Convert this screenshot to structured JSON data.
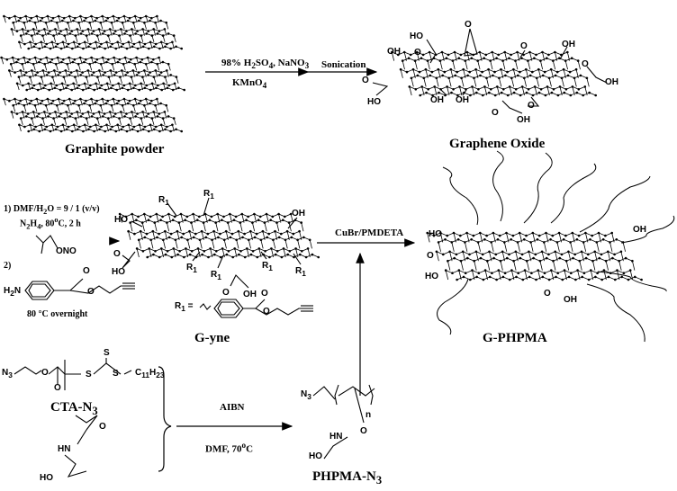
{
  "labels": {
    "graphite": "Graphite powder",
    "graphene_oxide": "Graphene Oxide",
    "g_yne": "G-yne",
    "g_phpma": "G-PHPMA",
    "cta_main": "CTA-N",
    "cta_sub": "3",
    "phpma_main": "PHPMA-N",
    "phpma_sub": "3"
  },
  "step1": {
    "line1_a": "98% H",
    "line1_s1": "2",
    "line1_b": "SO",
    "line1_s2": "4",
    "line1_c": ", NaNO",
    "line1_s3": "3",
    "line2_a": "KMnO",
    "line2_s1": "4"
  },
  "step2": {
    "label": "Sonication"
  },
  "step3": {
    "l1": "1) DMF/H",
    "l1_s": "2",
    "l1_b": "O = 9 / 1 (v/v)",
    "l2_a": "N",
    "l2_s1": "2",
    "l2_b": "H",
    "l2_s2": "4",
    "l2_c": ", 80",
    "l2_sup": "o",
    "l2_d": "C, 2 h",
    "l3": "2)",
    "l4": "80 °C overnight"
  },
  "step4": {
    "label": "CuBr/PMDETA"
  },
  "step5": {
    "l1": "AIBN",
    "l2": "DMF, 70",
    "l2_sup": "o",
    "l2_c": "C"
  },
  "chem": {
    "ho": "HO",
    "oh": "OH",
    "o": "O",
    "ono": "ONO",
    "h2n": "H",
    "h2n_s": "2",
    "h2n_b": "N",
    "r1": "R",
    "r1_s": "1",
    "r1_eq": "=",
    "n3": "N",
    "n3_s": "3",
    "c11h23": "C",
    "c11h23_s1": "11",
    "c11h23_b": "H",
    "c11h23_s2": "23",
    "s": "S",
    "hn": "HN",
    "n_rep": "n"
  }
}
